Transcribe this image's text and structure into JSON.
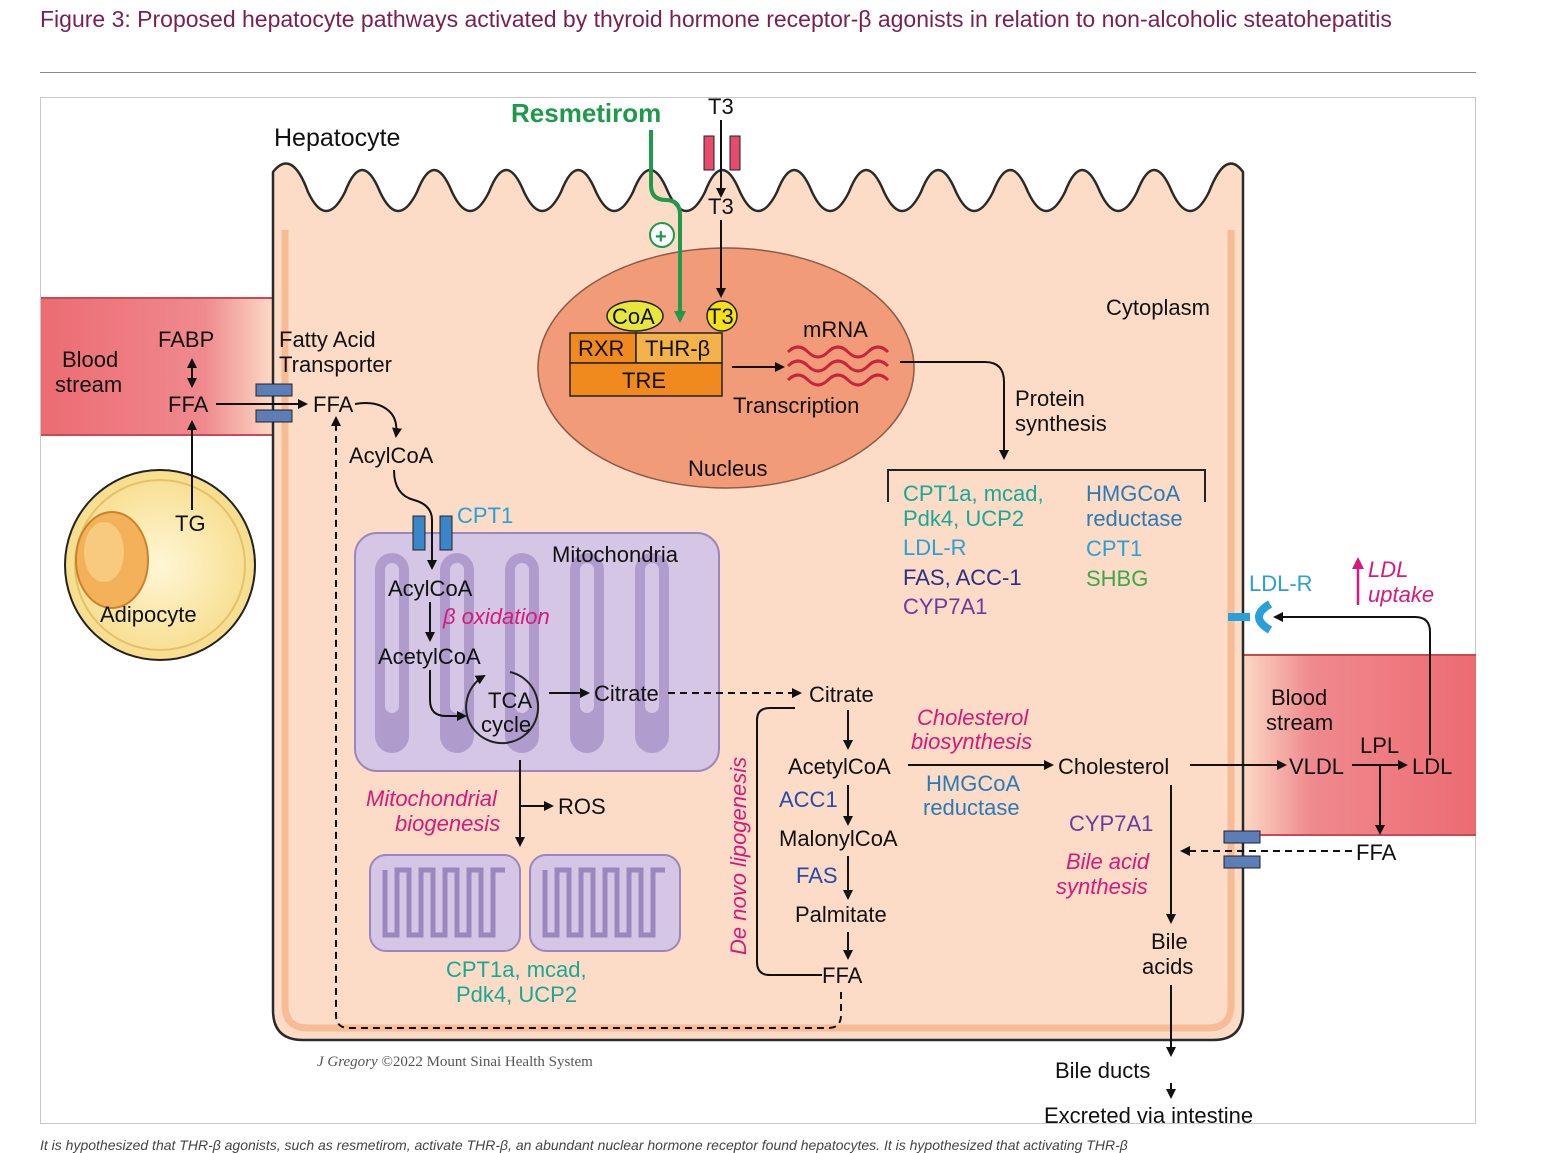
{
  "figure": {
    "title": "Figure 3: Proposed hepatocyte pathways activated by thyroid hormone receptor-β agonists in relation to non-alcoholic steatohepatitis",
    "caption": "It is hypothesized that THR-β agonists, such as resmetirom, activate THR-β, an abundant nuclear hormone receptor found hepatocytes. It is hypothesized that activating THR-β"
  },
  "labels": {
    "resmetirom": "Resmetirom",
    "t3_outside": "T3",
    "t3_inside": "T3",
    "plus": "+",
    "hepatocyte": "Hepatocyte",
    "cytoplasm": "Cytoplasm",
    "nucleus": "Nucleus",
    "coa": "CoA",
    "t3_bound": "T3",
    "rxr": "RXR",
    "thrb": "THR-β",
    "tre": "TRE",
    "mrna": "mRNA",
    "transcription": "Transcription",
    "protein_synthesis_1": "Protein",
    "protein_synthesis_2": "synthesis",
    "blood_stream_left_1": "Blood",
    "blood_stream_left_2": "stream",
    "fabp": "FABP",
    "ffa_left": "FFA",
    "tg": "TG",
    "adipocyte": "Adipocyte",
    "fat_transporter_1": "Fatty Acid",
    "fat_transporter_2": "Transporter",
    "ffa_in": "FFA",
    "acylcoa_cyto": "AcylCoA",
    "cpt1_mem": "CPT1",
    "mitochondria": "Mitochondria",
    "acylcoa_mito": "AcylCoA",
    "beta_oxidation": "β oxidation",
    "acetylcoa_mito": "AcetylCoA",
    "tca_1": "TCA",
    "tca_2": "cycle",
    "citrate_mito": "Citrate",
    "mito_biogenesis_1": "Mitochondrial",
    "mito_biogenesis_2": "biogenesis",
    "ros": "ROS",
    "mito_genes_1": "CPT1a, mcad,",
    "mito_genes_2": "Pdk4, UCP2",
    "de_novo": "De novo lipogenesis",
    "citrate_cyto": "Citrate",
    "acetylcoa_cyto": "AcetylCoA",
    "acc1": "ACC1",
    "malonylcoa": "MalonylCoA",
    "fas": "FAS",
    "palmitate": "Palmitate",
    "ffa_bottom": "FFA",
    "chol_bio_1": "Cholesterol",
    "chol_bio_2": "biosynthesis",
    "hmgcoa_1": "HMGCoA",
    "hmgcoa_2": "reductase",
    "cholesterol": "Cholesterol",
    "cyp7a1": "CYP7A1",
    "bile_syn_1": "Bile acid",
    "bile_syn_2": "synthesis",
    "bile_acids_1": "Bile",
    "bile_acids_2": "acids",
    "bile_ducts": "Bile ducts",
    "excreted": "Excreted via intestine",
    "blood_stream_right_1": "Blood",
    "blood_stream_right_2": "stream",
    "vldl": "VLDL",
    "lpl": "LPL",
    "ldl": "LDL",
    "ffa_right": "FFA",
    "ldlr_receptor": "LDL-R",
    "ldl_uptake_1": "LDL",
    "ldl_uptake_2": "uptake",
    "credit_author": "J Gregory",
    "credit_rest": "©2022 Mount Sinai Health System"
  },
  "gene_box": {
    "g1": "CPT1a, mcad,",
    "g2": "Pdk4, UCP2",
    "g3": "LDL-R",
    "g4": "FAS, ACC-1",
    "g5": "CYP7A1",
    "g6": "HMGCoA",
    "g7": "reductase",
    "g8": "CPT1",
    "g9": "SHBG"
  },
  "colors": {
    "title": "#7a1f52",
    "cell_fill": "#fcdcc6",
    "cell_edge": "#f2a06e",
    "blood": "#ec6b72",
    "nucleus": "#f29b79",
    "tre": "#f08a1e",
    "resmetirom": "#1e9a4a",
    "magenta": "#d6197a",
    "teal": "#18a896",
    "blue": "#2aa0d8",
    "navy": "#2b2f8a",
    "purple": "#6a3aa0",
    "green": "#3aa84a",
    "mito_fill": "#d6c6e6",
    "mito_stroke": "#9b86bd"
  }
}
